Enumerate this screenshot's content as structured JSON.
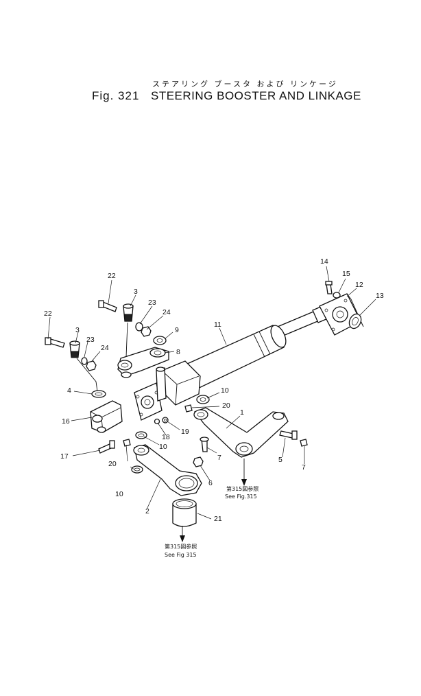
{
  "header": {
    "title_jp": "ステアリング ブースタ および リンケージ",
    "figure_number": "Fig. 321",
    "title_en": "STEERING BOOSTER AND LINKAGE"
  },
  "callouts": {
    "c1": "1",
    "c2": "2",
    "c3a": "3",
    "c3b": "3",
    "c4": "4",
    "c5": "5",
    "c6": "6",
    "c7a": "7",
    "c7b": "7",
    "c8": "8",
    "c9": "9",
    "c10a": "10",
    "c10b": "10",
    "c10c": "10",
    "c11": "11",
    "c12": "12",
    "c13": "13",
    "c14": "14",
    "c15": "15",
    "c16": "16",
    "c17": "17",
    "c18": "18",
    "c19": "19",
    "c20a": "20",
    "c20b": "20",
    "c21": "21",
    "c22a": "22",
    "c22b": "22",
    "c23a": "23",
    "c23b": "23",
    "c24a": "24",
    "c24b": "24"
  },
  "references": {
    "ref1_jp": "第315図参照",
    "ref1_en": "See Fig.315",
    "ref2_jp": "第315図参照",
    "ref2_en": "See Fig 315"
  }
}
